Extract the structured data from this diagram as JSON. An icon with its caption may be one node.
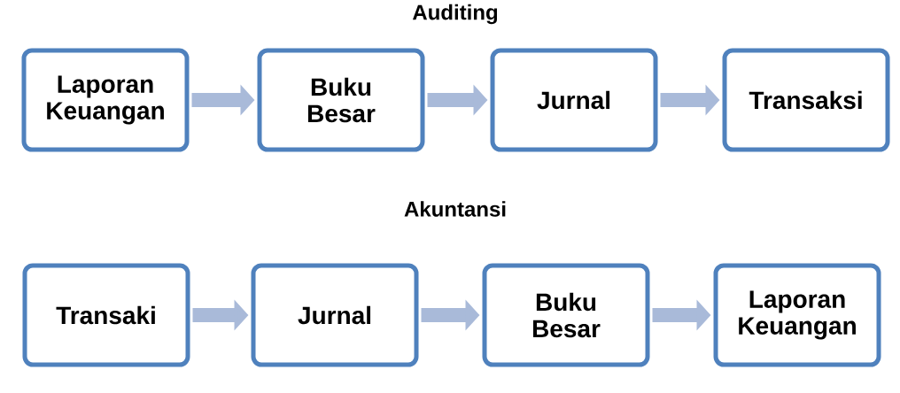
{
  "diagram": {
    "nodes": [
      {
        "text": [
          "Laporan Keuangan"
        ]
      },
      {
        "text": [
          "Buku Besar"
        ]
      },
      {
        "text": [
          "Jurnal"
        ]
      },
      {
        "text": [
          "Transaksi"
        ]
      },
      {
        "text": [
          "Transaki"
        ]
      },
      {
        "text": [
          "Jurnal"
        ]
      },
      {
        "text": [
          "Buku Besar"
        ]
      },
      {
        "text": [
          "Laporan Keuangan"
        ]
      }
    ],
    "edges": [
      {
        "from": 0,
        "to": 1,
        "arrow": "to"
      },
      {
        "from": 1,
        "to": 2,
        "arrow": "to"
      },
      {
        "from": 2,
        "to": 3,
        "arrow": "to"
      },
      {
        "from": 4,
        "to": 5,
        "arrow": "to"
      },
      {
        "from": 5,
        "to": 6,
        "arrow": "to"
      },
      {
        "from": 6,
        "to": 7,
        "arrow": "to"
      }
    ],
    "labels": [
      "Auditing",
      "Akuntansi"
    ]
  }
}
